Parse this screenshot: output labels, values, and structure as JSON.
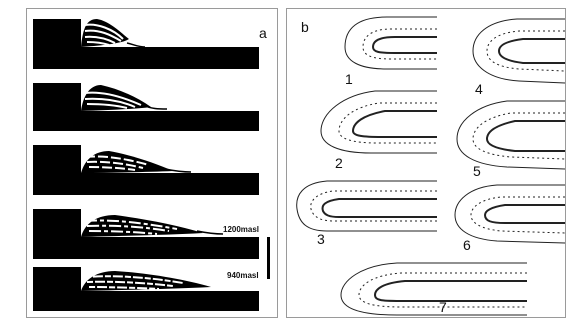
{
  "panel_a": {
    "label": "a",
    "scale_top": "1200masl",
    "scale_bottom": "940masl"
  },
  "panel_b": {
    "label": "b",
    "numbers": [
      "1",
      "2",
      "3",
      "4",
      "5",
      "6",
      "7"
    ]
  },
  "colors": {
    "fill": "#000000",
    "line": "#222222",
    "frame": "#9a9a9a"
  }
}
